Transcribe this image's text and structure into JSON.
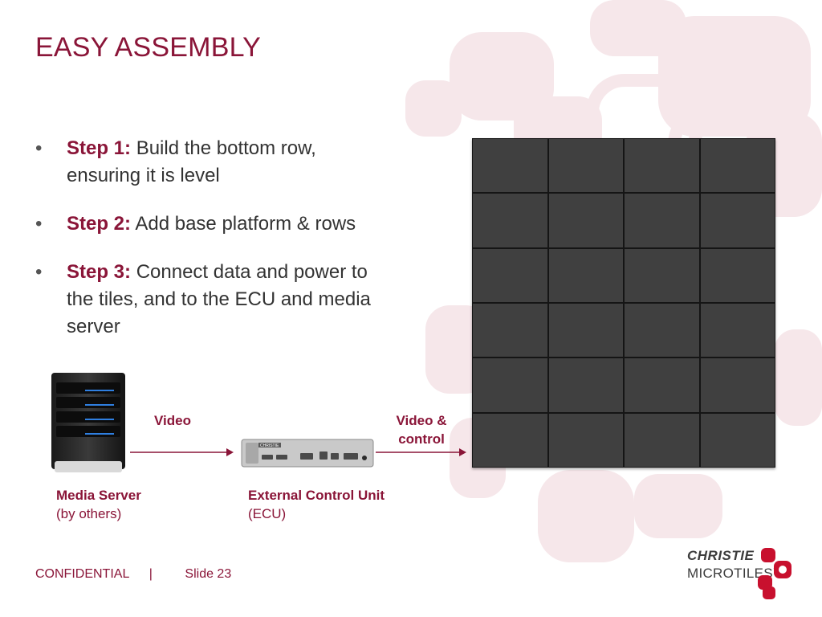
{
  "slide": {
    "title": "EASY ASSEMBLY"
  },
  "bullets": [
    {
      "bullet": "•",
      "lead": "Step 1:",
      "text": "Build the bottom row, ensuring it is level"
    },
    {
      "bullet": "•",
      "lead": "Step 2:",
      "text": "Add base platform & rows"
    },
    {
      "bullet": "•",
      "lead": "Step 3:",
      "text": "Connect data and power to the tiles, and to the ECU and media server"
    }
  ],
  "diagram": {
    "link1_label": "Video",
    "link2_label_line1": "Video &",
    "link2_label_line2": "control",
    "server_title": "Media Server",
    "server_sub": "(by others)",
    "ecu_title": "External Control Unit",
    "ecu_sub": "(ECU)",
    "ecu_brand": "CHRISTIE",
    "tile_wall": {
      "columns": 4,
      "rows": 6
    }
  },
  "footer": {
    "confidential": "CONFIDENTIAL",
    "separator": "|",
    "slide_number": "Slide 23"
  },
  "logo": {
    "brand": "CHRISTIE",
    "product": "MICROTILES",
    "trademark": "™"
  },
  "colors": {
    "accent": "#8a1538",
    "text": "#333333",
    "tile": "#404040",
    "decor": "#f4e3e6"
  }
}
